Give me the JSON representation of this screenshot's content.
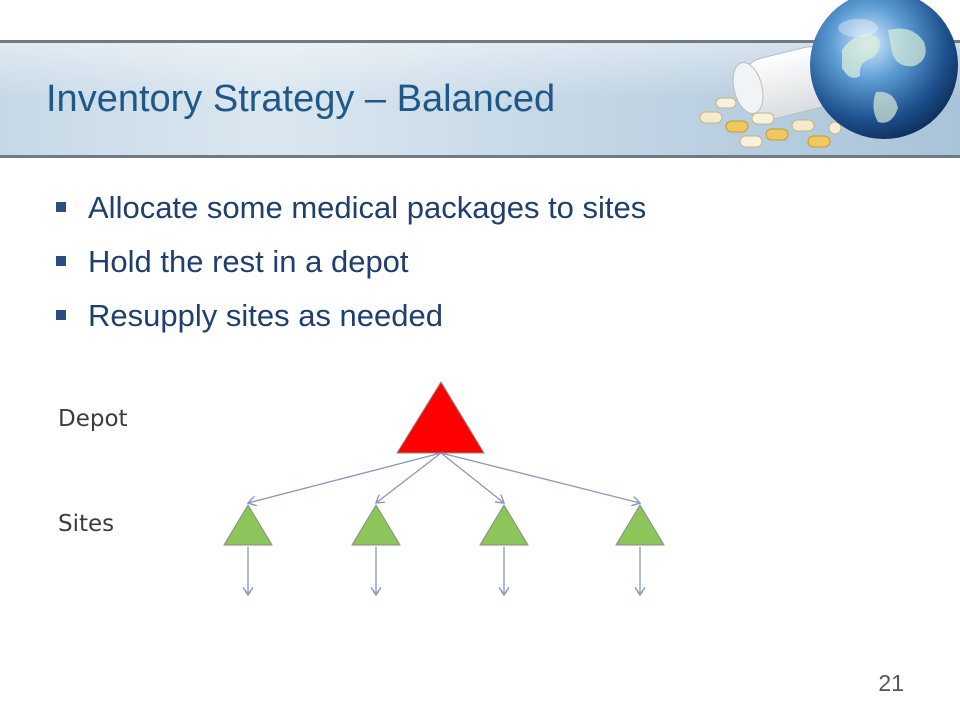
{
  "slide": {
    "title": "Inventory Strategy – Balanced",
    "bullets": [
      "Allocate some medical packages to sites",
      "Hold the rest in a depot",
      "Resupply sites as needed"
    ],
    "slide_number": "21"
  },
  "diagram": {
    "depot_label": "Depot",
    "sites_label": "Sites",
    "depot_color": "#ff0000",
    "site_color": "#8cc65a",
    "arrow_color": "#8898b6",
    "site_count": 4
  },
  "decor": {
    "images": [
      "pill-bottle-icon",
      "capsules-icon",
      "globe-icon"
    ]
  }
}
